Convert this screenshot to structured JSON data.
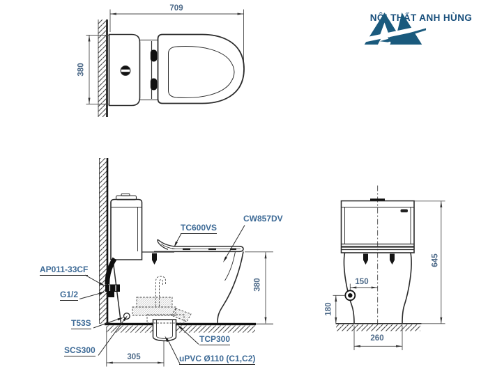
{
  "document": {
    "type": "technical-installation-drawing",
    "product": "two-piece toilet"
  },
  "logo": {
    "text": "NỘI THẤT ANH HÙNG",
    "icon": "mountain-AH-monogram",
    "icon_color": "#1a5a7d",
    "text_color": "#174e7b"
  },
  "colors": {
    "outline": "#2b2b2b",
    "dimension_line": "#4a4a4a",
    "annotation_text": "#3d6a96",
    "background": "#ffffff"
  },
  "views": {
    "top": {
      "name": "top view",
      "dims": {
        "overall_depth": "709",
        "tank_width": "380"
      }
    },
    "side": {
      "name": "side section view",
      "labels": {
        "seat": "TC600VS",
        "bowl": "CW857DV",
        "supply_hose": "AP011-33CF",
        "wall_fitting": "G1/2",
        "bolt_cap": "T53S",
        "drain_socket": "SCS300",
        "floor_flange": "TCP300",
        "drain_pipe": "uPVC Ø110 (C1,C2)"
      },
      "dims": {
        "rim_height": "380",
        "rough_in": "305"
      }
    },
    "front": {
      "name": "rear elevation view",
      "dims": {
        "overall_height": "645",
        "supply_offset": "150",
        "supply_height": "180",
        "base_width": "260"
      }
    }
  }
}
